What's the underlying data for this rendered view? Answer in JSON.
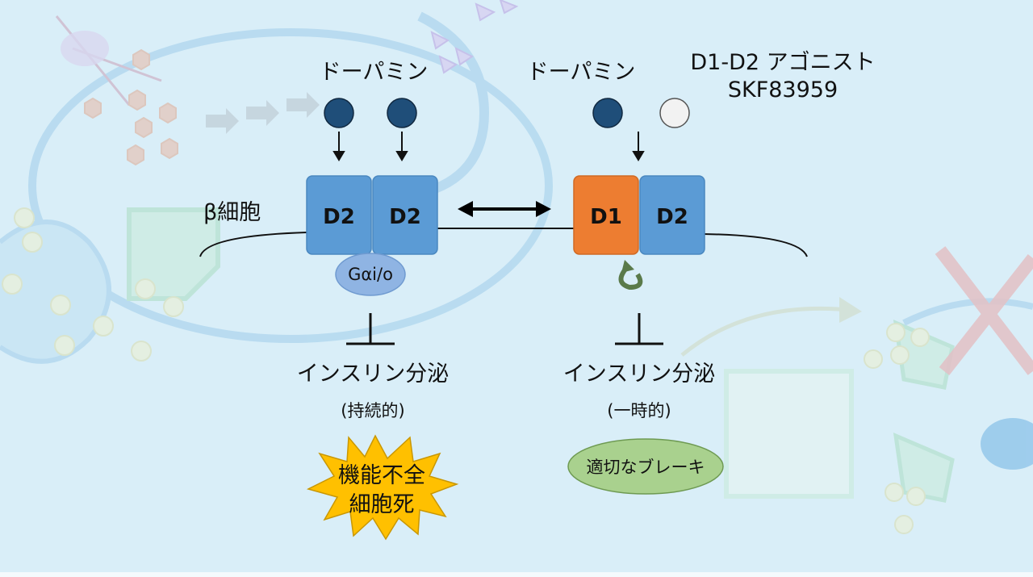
{
  "dopamine_left": "ドーパミン",
  "dopamine_right": "ドーパミン",
  "agonist_line1": "D1-D2 アゴニスト",
  "agonist_line2": "SKF83959",
  "beta_cell": "β細胞",
  "receptors_left": [
    "D2",
    "D2"
  ],
  "receptors_right": [
    "D1",
    "D2"
  ],
  "g_protein": "Gαi/o",
  "insulin_left": "インスリン分泌",
  "insulin_left_note": "(持続的)",
  "insulin_right": "インスリン分泌",
  "insulin_right_note": "(一時的)",
  "burst_line1": "機能不全",
  "burst_line2": "細胞死",
  "brake_label": "適切なブレーキ",
  "colors": {
    "d2": "#5b9bd5",
    "d1": "#ed7d31",
    "dopamine": "#1f4e79",
    "agonist": "#f2f2f2",
    "burst": "#ffc000",
    "brake": "#a9d18e",
    "gprotein": "#8fb4e3"
  }
}
